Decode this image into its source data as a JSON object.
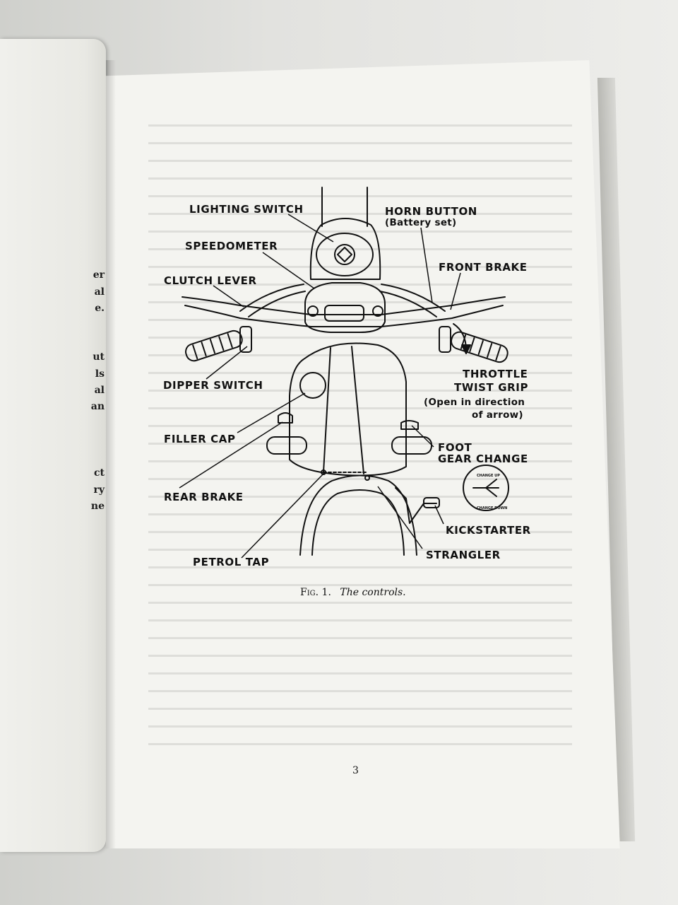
{
  "left_page": {
    "fragments": [
      "er",
      "al",
      "e.",
      "ut",
      "ls",
      "al",
      "an",
      "ct",
      "ry",
      "ne"
    ]
  },
  "figure": {
    "labels": {
      "lighting_switch": "LIGHTING SWITCH",
      "horn_button": "HORN BUTTON",
      "horn_button_note": "(Battery set)",
      "speedometer": "SPEEDOMETER",
      "front_brake": "FRONT BRAKE",
      "clutch_lever": "CLUTCH LEVER",
      "throttle_line1": "THROTTLE",
      "throttle_line2": "TWIST GRIP",
      "throttle_note_line1": "(Open in direction",
      "throttle_note_line2": "of arrow)",
      "dipper_switch": "DIPPER SWITCH",
      "filler_cap": "FILLER CAP",
      "foot_line1": "FOOT",
      "foot_line2": "GEAR CHANGE",
      "rear_brake": "REAR BRAKE",
      "kickstarter": "KICKSTARTER",
      "strangler": "STRANGLER",
      "petrol_tap": "PETROL TAP",
      "gear_dial_up": "CHANGE UP",
      "gear_dial_down": "CHANGE DOWN"
    },
    "caption_fig": "Fig. 1.",
    "caption_text": "The controls."
  },
  "page_number": "3",
  "colors": {
    "paper": "#f4f4f0",
    "ink": "#111111"
  }
}
